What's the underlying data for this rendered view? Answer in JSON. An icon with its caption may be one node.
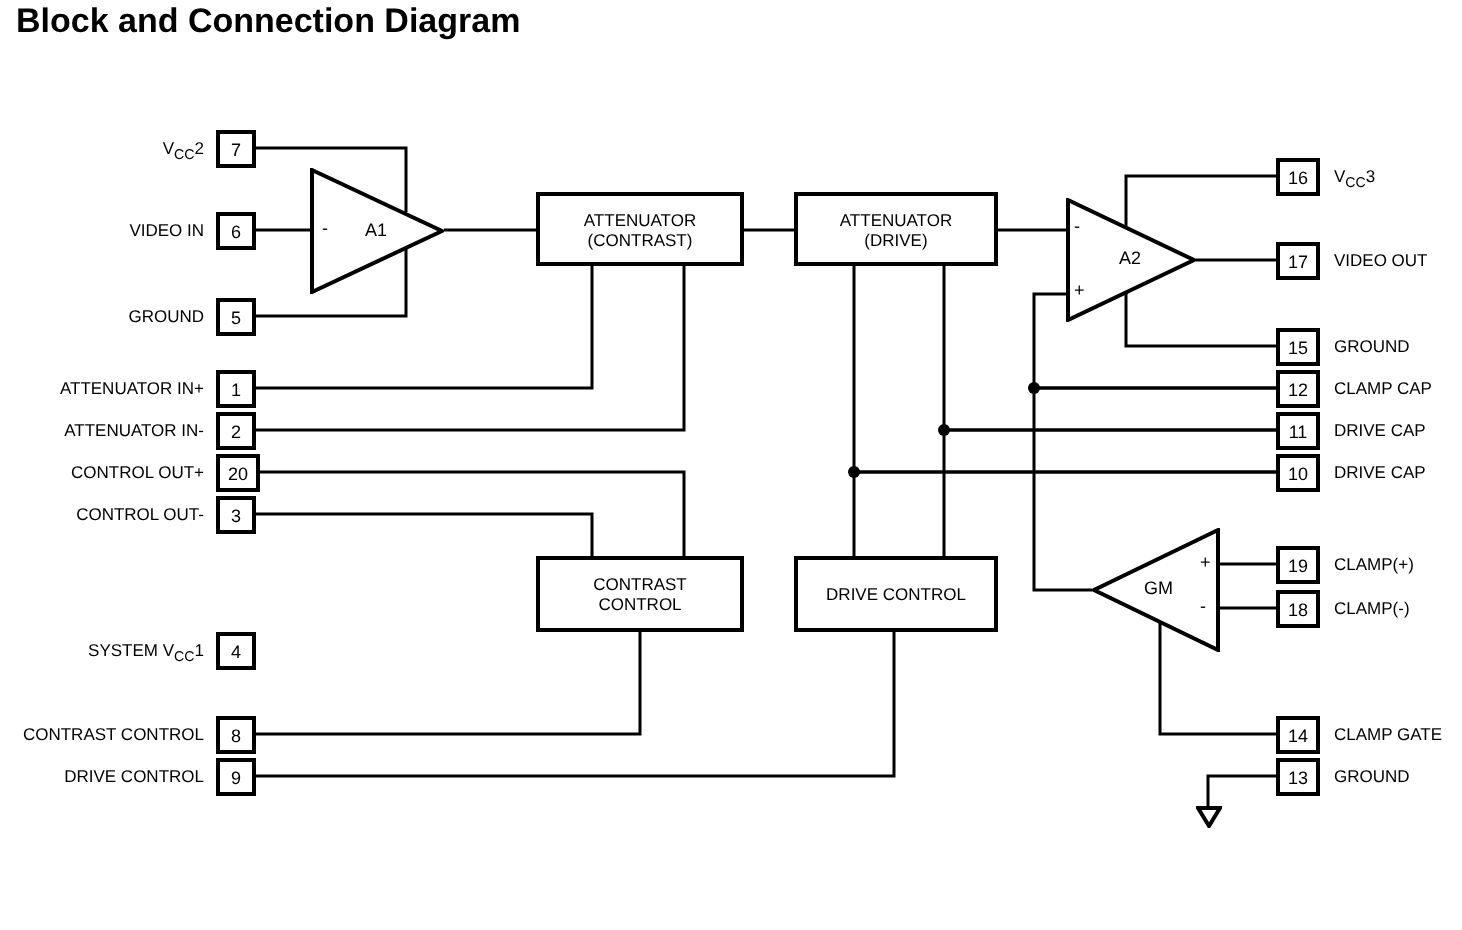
{
  "diagram": {
    "title": "Block and Connection Diagram",
    "nodes": [
      {
        "text": [
          "7"
        ],
        "beside": [
          "V$_{CC}$2"
        ]
      },
      {
        "text": [
          "6"
        ],
        "beside": [
          "VIDEO IN"
        ]
      },
      {
        "text": [
          "5"
        ],
        "beside": [
          "GROUND"
        ]
      },
      {
        "text": [
          "A1"
        ]
      },
      {
        "text": [
          "ATTENUATOR (CONTRAST)"
        ]
      },
      {
        "text": [
          "ATTENUATOR (DRIVE)"
        ]
      },
      {
        "text": [
          "A2"
        ]
      },
      {
        "text": [
          "16"
        ],
        "beside": [
          "V$_{CC}$3"
        ]
      },
      {
        "text": [
          "17"
        ],
        "beside": [
          "VIDEO OUT"
        ]
      },
      {
        "text": [
          "15"
        ],
        "beside": [
          "GROUND"
        ]
      },
      {
        "text": [
          "1"
        ],
        "beside": [
          "ATTENUATOR IN+"
        ]
      },
      {
        "text": [
          "2"
        ],
        "beside": [
          "ATTENUATOR IN-"
        ]
      },
      {
        "text": [
          "12"
        ],
        "beside": [
          "CLAMP CAP"
        ]
      },
      {
        "text": [
          "20"
        ],
        "beside": [
          "CONTROL OUT+"
        ]
      },
      {
        "text": [
          "11"
        ],
        "beside": [
          "DRIVE CAP"
        ]
      },
      {
        "text": [
          "3"
        ],
        "beside": [
          "CONTROL OUT-"
        ]
      },
      {
        "text": [
          "10"
        ],
        "beside": [
          "DRIVE CAP"
        ]
      },
      {
        "text": [
          "CONTRAST CONTROL"
        ]
      },
      {
        "text": [
          "DRIVE CONTROL"
        ]
      },
      {
        "text": [
          "GM"
        ]
      },
      {
        "text": [
          "19"
        ],
        "beside": [
          "CLAMP(+)"
        ]
      },
      {
        "text": [
          "18"
        ],
        "beside": [
          "CLAMP(-)"
        ]
      },
      {
        "text": [
          "4"
        ],
        "beside": [
          "SYSTEM V$_{CC}$1"
        ]
      },
      {
        "text": [
          "8"
        ],
        "beside": [
          "CONTRAST CONTROL"
        ]
      },
      {
        "text": [
          "9"
        ],
        "beside": [
          "DRIVE CONTROL"
        ]
      },
      {
        "text": [
          "14"
        ],
        "beside": [
          "CLAMP GATE"
        ]
      },
      {
        "text": [
          "13"
        ],
        "beside": [
          "GROUND"
        ]
      },
      {
        "text": [],
        "shape": "triangle"
      }
    ],
    "edges": [
      {
        "from": 0,
        "to": 3,
        "arrow": "none"
      },
      {
        "from": 1,
        "to": 3,
        "arrow": "none"
      },
      {
        "from": 2,
        "to": 3,
        "arrow": "none"
      },
      {
        "from": 3,
        "to": 4,
        "arrow": "none"
      },
      {
        "from": 4,
        "to": 5,
        "arrow": "none"
      },
      {
        "from": 5,
        "to": 6,
        "arrow": "none"
      },
      {
        "from": 10,
        "to": 4,
        "arrow": "none"
      },
      {
        "from": 11,
        "to": 4,
        "arrow": "none"
      },
      {
        "from": 13,
        "to": 17,
        "arrow": "none"
      },
      {
        "from": 15,
        "to": 17,
        "arrow": "none"
      },
      {
        "from": 17,
        "to": 23,
        "arrow": "none"
      },
      {
        "from": 18,
        "to": 24,
        "arrow": "none"
      },
      {
        "from": 6,
        "to": 7,
        "arrow": "none"
      },
      {
        "from": 6,
        "to": 8,
        "arrow": "none"
      },
      {
        "from": 6,
        "to": 9,
        "arrow": "none"
      },
      {
        "from": 12,
        "to": 6,
        "arrow": "none"
      },
      {
        "from": 14,
        "to": 5,
        "arrow": "none"
      },
      {
        "from": 16,
        "to": 5,
        "arrow": "none"
      },
      {
        "from": 14,
        "to": 18,
        "arrow": "none"
      },
      {
        "from": 16,
        "to": 18,
        "arrow": "none"
      },
      {
        "from": 12,
        "to": 19,
        "arrow": "none"
      },
      {
        "from": 20,
        "to": 19,
        "arrow": "none"
      },
      {
        "from": 21,
        "to": 19,
        "arrow": "none"
      },
      {
        "from": 19,
        "to": 25,
        "arrow": "none"
      },
      {
        "from": 26,
        "to": 27,
        "arrow": "none"
      }
    ],
    "labels": [
      "-",
      "-",
      "+",
      "+",
      "-"
    ]
  }
}
